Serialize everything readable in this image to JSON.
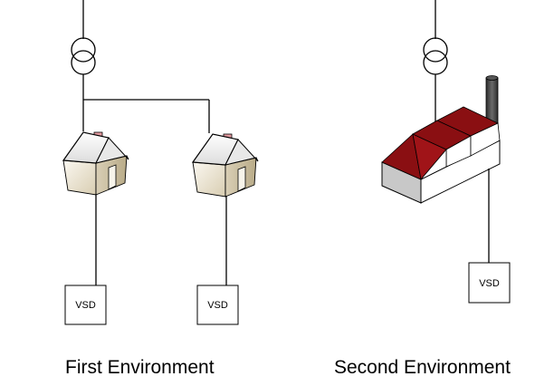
{
  "environments": [
    {
      "caption": "First Environment",
      "vsd_labels": [
        "VSD",
        "VSD"
      ]
    },
    {
      "caption": "Second Environment",
      "vsd_labels": [
        "VSD"
      ]
    }
  ],
  "colors": {
    "house_wall": "#ece5d3",
    "house_roof": "#f4f4f4",
    "chimney": "#e49aa0",
    "factory_roof": "#8a0f12",
    "factory_stack": "#4a4a4a"
  }
}
